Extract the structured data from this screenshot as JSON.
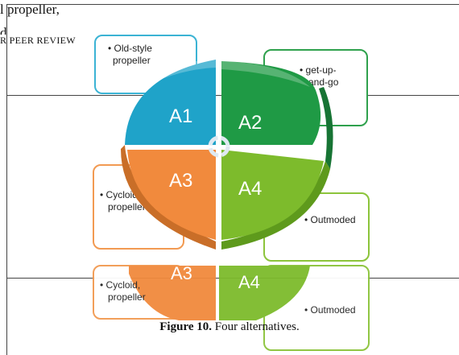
{
  "page_fragments": {
    "line1": "l propeller,",
    "line2": "d",
    "running_head": "R PEER REVIEW"
  },
  "figure": {
    "caption_label": "Figure 10.",
    "caption_text": " Four alternatives.",
    "quadrants": [
      {
        "id": "A1",
        "label": "A1",
        "color": "#1fa3c9"
      },
      {
        "id": "A2",
        "label": "A2",
        "color": "#1f9a45"
      },
      {
        "id": "A3",
        "label": "A3",
        "color": "#f18a3d"
      },
      {
        "id": "A4",
        "label": "A4",
        "color": "#7dbb2c"
      }
    ],
    "callouts": {
      "a1_line1": "• Old-style",
      "a1_line2": "propeller",
      "a2_line1": "• get-up-",
      "a2_line2": "and-go",
      "a3_line1": "• Cycloid,",
      "a3_line2": "propeller",
      "a4_line1": "• Outmoded"
    },
    "reflection": {
      "a3_label": "A3",
      "a4_label": "A4",
      "a3_line1": "• Cycloid,",
      "a3_line2": "propeller",
      "a4_line1": "• Outmoded"
    }
  },
  "colors": {
    "blue_box": "#3bb3d4",
    "green_box": "#2fa14d",
    "orange_box": "#f29a52",
    "lime_box": "#8cc43b"
  }
}
